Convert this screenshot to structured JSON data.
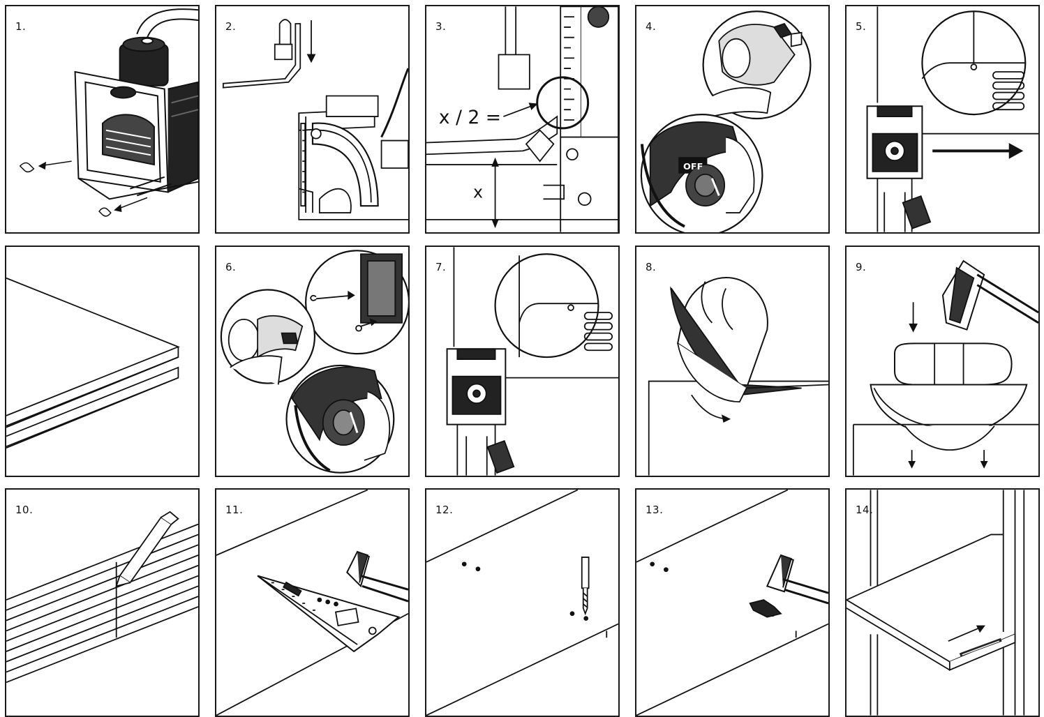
{
  "steps": [
    {
      "number": "1."
    },
    {
      "number": "2."
    },
    {
      "number": "3.",
      "labels": {
        "half": "x / 2 =",
        "x": "x"
      }
    },
    {
      "number": "4.",
      "labels": {
        "off": "OFF"
      }
    },
    {
      "number": "5."
    },
    {
      "number": ""
    },
    {
      "number": "6."
    },
    {
      "number": "7."
    },
    {
      "number": "8."
    },
    {
      "number": "9."
    },
    {
      "number": "10."
    },
    {
      "number": "11."
    },
    {
      "number": "12."
    },
    {
      "number": "13."
    },
    {
      "number": "14."
    }
  ],
  "icons": [
    "biscuit-joiner-icon",
    "screw-icon",
    "arrow-icon",
    "ruler-icon",
    "magnifier-circle-icon",
    "hand-icon",
    "off-switch-icon",
    "board-icon",
    "biscuit-icon",
    "hammer-icon",
    "pencil-icon",
    "square-icon",
    "drill-bit-icon",
    "shelf-icon"
  ],
  "colors": {
    "ink": "#1a1a1a",
    "paper": "#ffffff"
  }
}
